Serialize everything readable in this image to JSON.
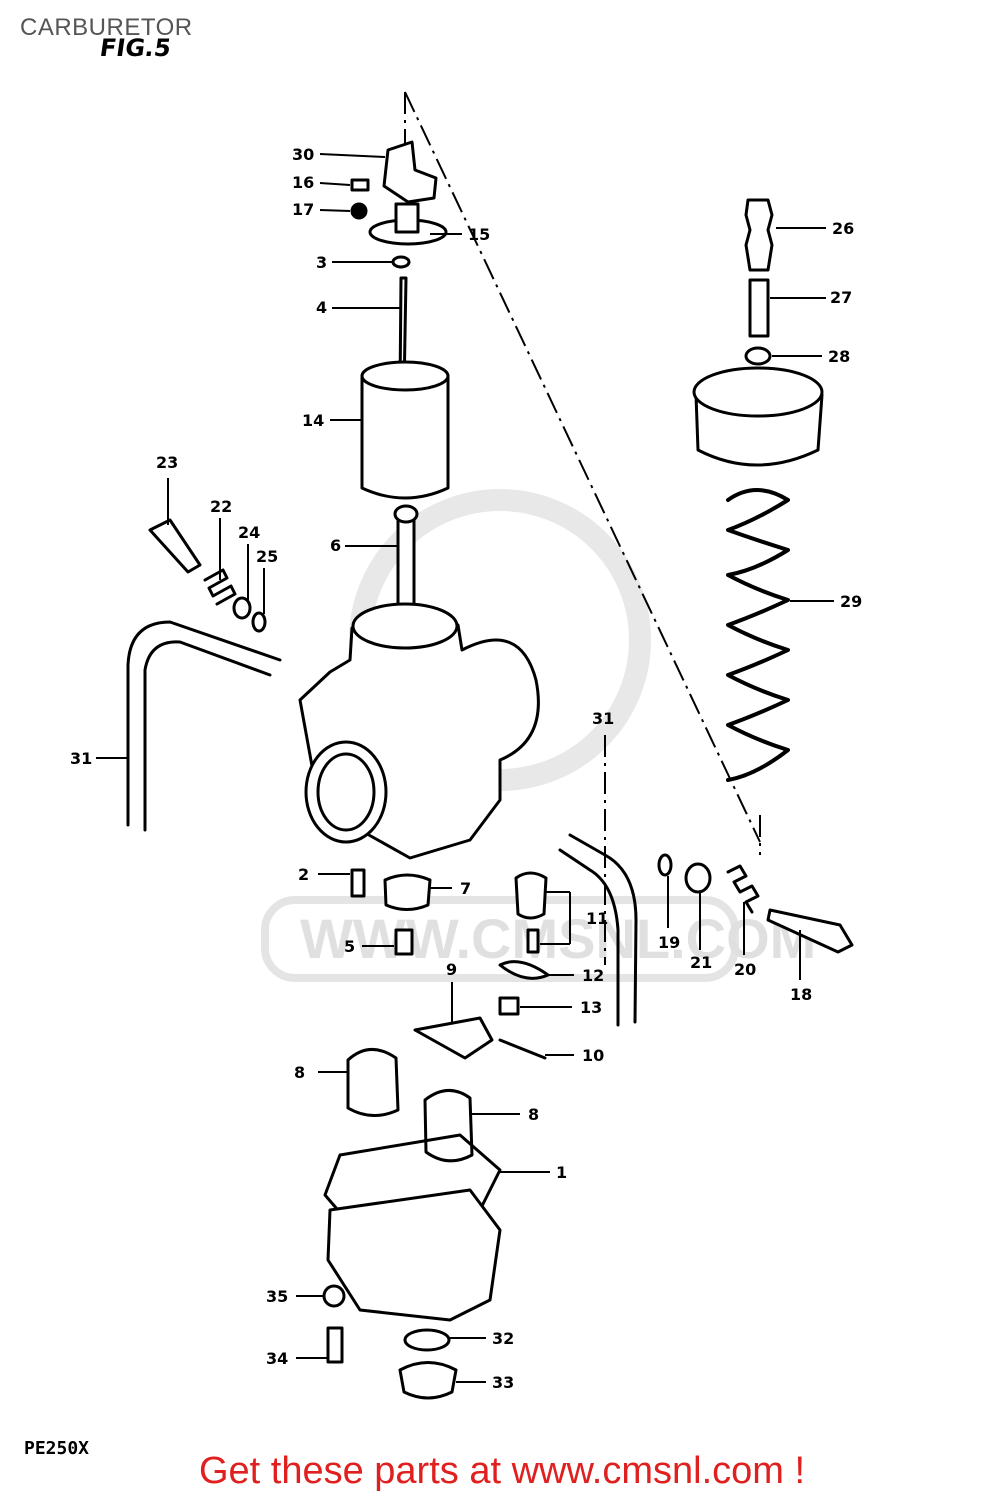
{
  "page": {
    "title": "CARBURETOR",
    "figure_label": "FIG.5",
    "model_code": "PE250X",
    "promo_text": "Get these parts at www.cmsnl.com !"
  },
  "watermark": {
    "text": "WWW.CMSNL.COM"
  },
  "callouts": {
    "c1": "1",
    "c2": "2",
    "c3": "3",
    "c4": "4",
    "c5": "5",
    "c6": "6",
    "c7": "7",
    "c8a": "8",
    "c8b": "8",
    "c9": "9",
    "c10": "10",
    "c11": "11",
    "c12": "12",
    "c13": "13",
    "c14": "14",
    "c15": "15",
    "c16": "16",
    "c17": "17",
    "c18": "18",
    "c19": "19",
    "c20": "20",
    "c21": "21",
    "c22": "22",
    "c23": "23",
    "c24": "24",
    "c25": "25",
    "c26": "26",
    "c27": "27",
    "c28": "28",
    "c29": "29",
    "c30": "30",
    "c31a": "31",
    "c31b": "31",
    "c32": "32",
    "c33": "33",
    "c34": "34",
    "c35": "35"
  },
  "colors": {
    "promo": "#e0201f",
    "title": "#555555",
    "line": "#000000",
    "watermark": "#dddddd"
  }
}
